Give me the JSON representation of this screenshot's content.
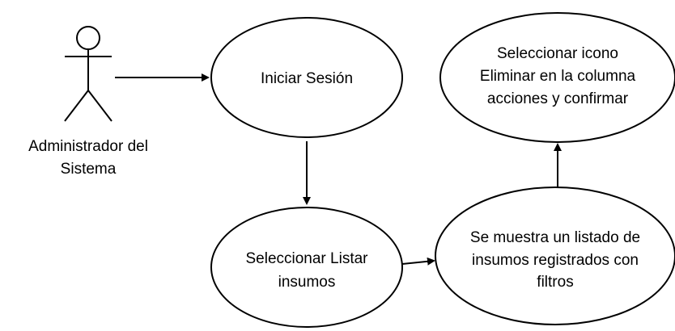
{
  "diagram": {
    "actor": {
      "name_line1": "Administrador del",
      "name_line2": "Sistema"
    },
    "nodes": {
      "iniciar_sesion": {
        "line1": "Iniciar Sesión"
      },
      "seleccionar_listar": {
        "line1": "Seleccionar Listar",
        "line2": "insumos"
      },
      "se_muestra_listado": {
        "line1": "Se muestra un listado de",
        "line2": "insumos registrados con",
        "line3": "filtros"
      },
      "seleccionar_icono": {
        "line1": "Seleccionar icono",
        "line2": "Eliminar en la columna",
        "line3": "acciones y confirmar"
      }
    },
    "colors": {
      "stroke": "#000000",
      "fill": "#ffffff",
      "text": "#000000"
    }
  }
}
